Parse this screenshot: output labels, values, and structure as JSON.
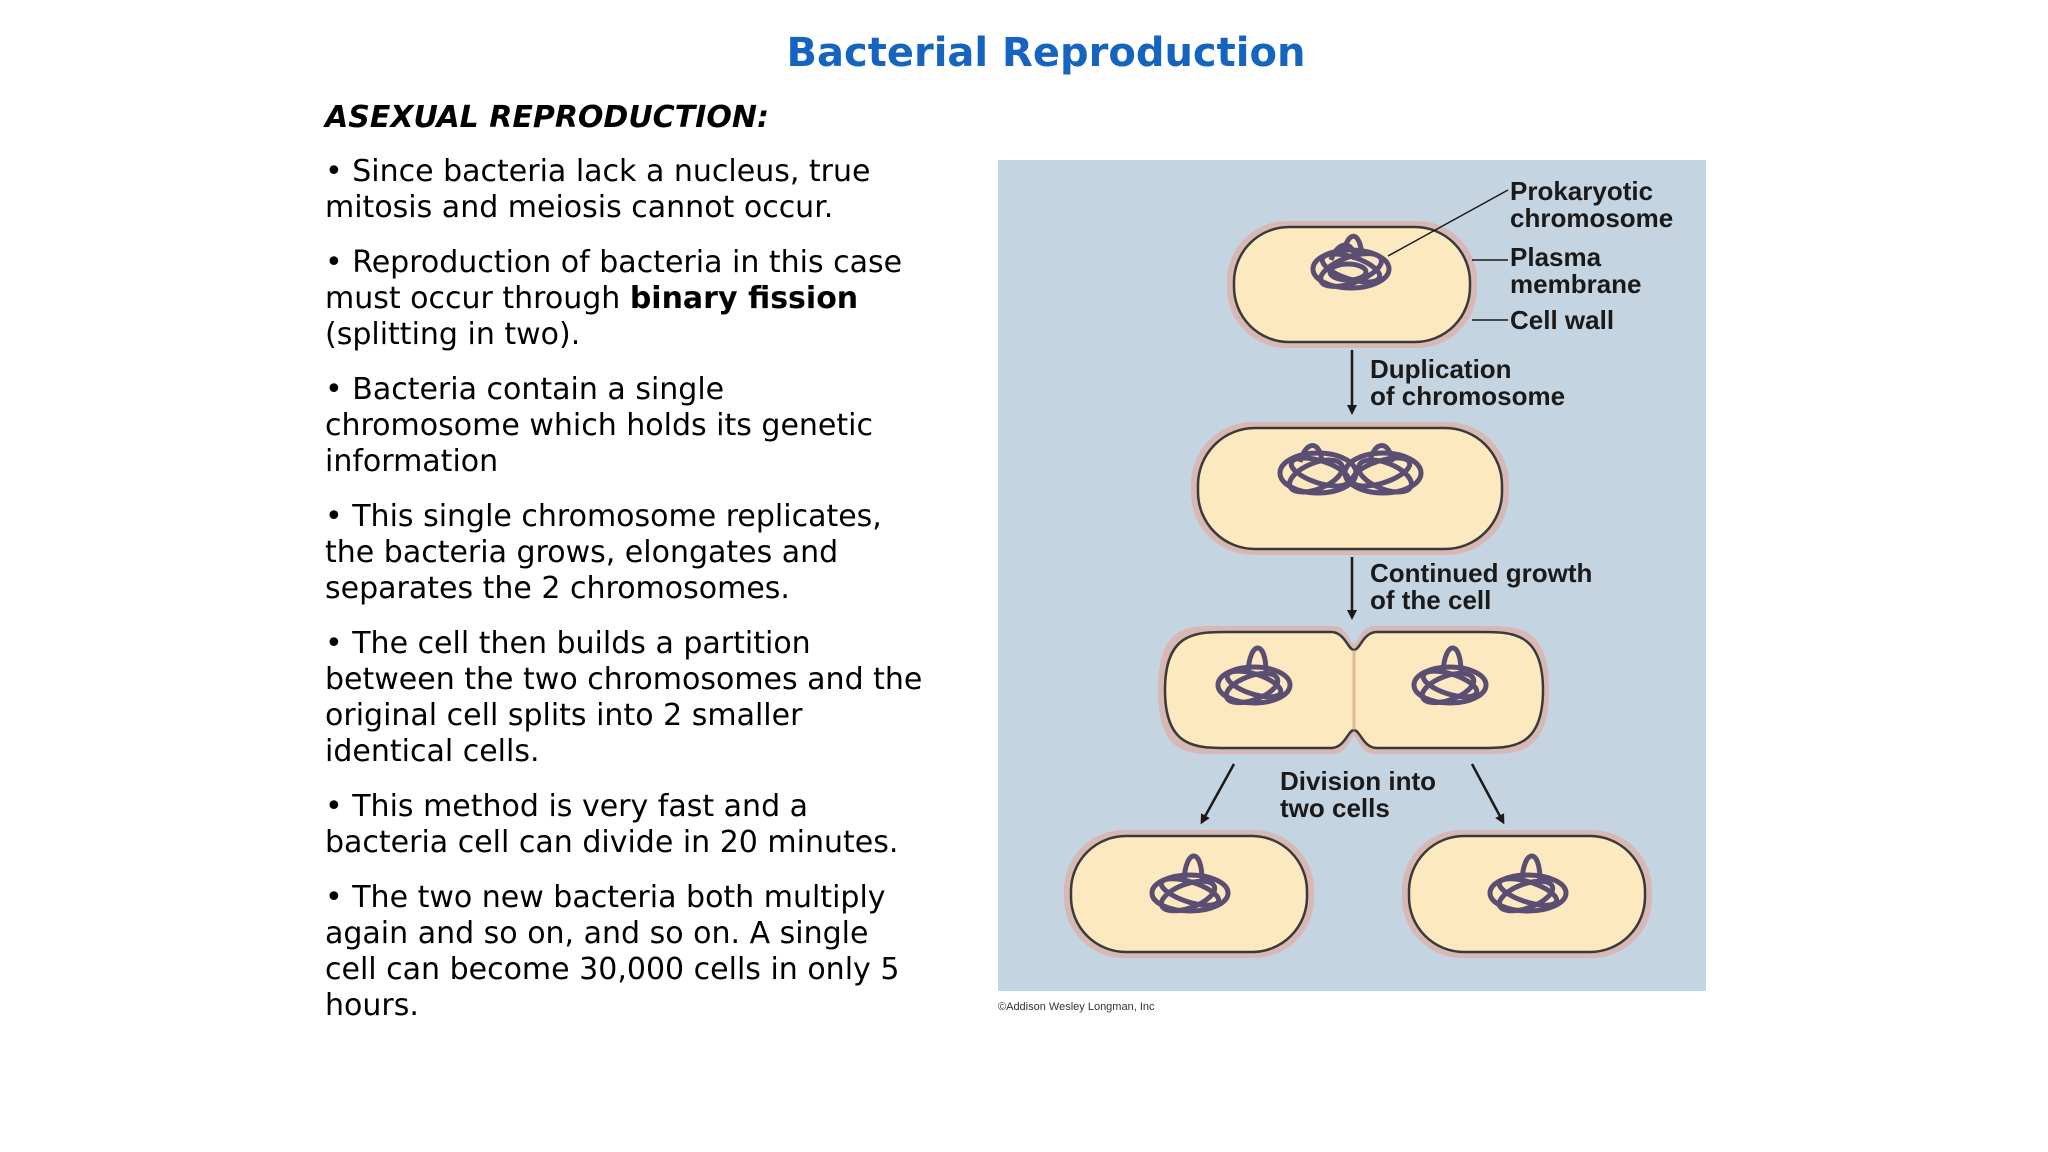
{
  "title": "Bacterial Reproduction",
  "heading": "ASEXUAL REPRODUCTION:",
  "bullets": {
    "b1": "• Since bacteria lack a nucleus, true mitosis and meiosis cannot occur.",
    "b2_pre": "• Reproduction of bacteria in this case must occur through ",
    "b2_bold": "binary fission",
    "b2_post": " (splitting in two).",
    "b3": "• Bacteria contain a single chromosome which holds its genetic information",
    "b4": "• This single chromosome replicates, the bacteria grows, elongates and separates the 2 chromosomes.",
    "b5": "• The cell then builds a partition between the two chromosomes and the original cell splits into 2 smaller identical cells.",
    "b6": "• This method is very fast and a bacteria cell can divide in 20 minutes.",
    "b7": "• The two new bacteria both multiply again and so on, and so on. A single cell can become 30,000 cells in only 5 hours."
  },
  "figure": {
    "labels": {
      "prokaryotic_1": "Prokaryotic",
      "prokaryotic_2": "chromosome",
      "plasma_1": "Plasma",
      "plasma_2": "membrane",
      "cell_wall": "Cell wall",
      "dup_1": "Duplication",
      "dup_2": "of chromosome",
      "growth_1": "Continued growth",
      "growth_2": "of the cell",
      "div_1": "Division into",
      "div_2": "two cells"
    },
    "credit": "©Addison Wesley Longman, Inc"
  },
  "colors": {
    "title": "#1565c0",
    "figure_bg": "#c4d4e0",
    "cell_fill": "#fde9bf",
    "cell_wall": "#e8a090",
    "chromosome": "#5a4e72"
  }
}
